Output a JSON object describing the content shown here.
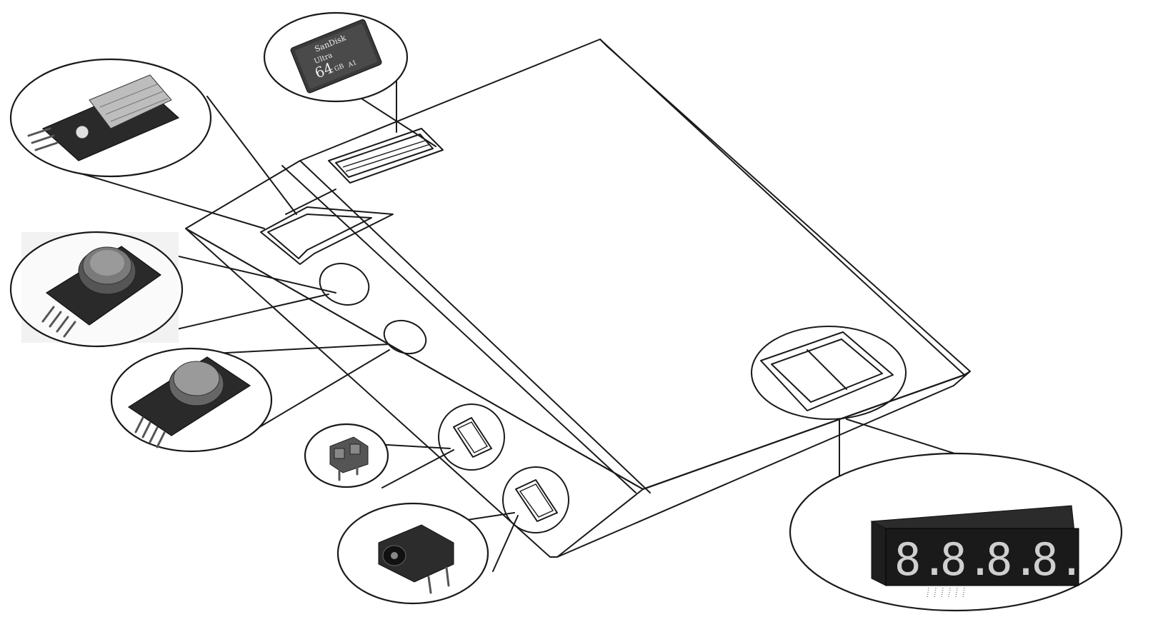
{
  "sd_card": {
    "brand": "SanDisk",
    "line": "Ultra",
    "capacity": "64",
    "capacity_unit": "GB",
    "class_mark": "A1"
  },
  "display": {
    "digits": [
      "8.",
      "8.",
      "8.",
      "8."
    ]
  },
  "components": [
    {
      "id": "sd-card-module",
      "icon": "sd-card-icon"
    },
    {
      "id": "temperature-humidity-sensor",
      "icon": "dht-sensor-icon"
    },
    {
      "id": "gas-sensor-1",
      "icon": "gas-sensor-icon"
    },
    {
      "id": "gas-sensor-2",
      "icon": "gas-sensor-icon"
    },
    {
      "id": "terminal-block",
      "icon": "terminal-block-icon"
    },
    {
      "id": "dc-power-jack",
      "icon": "dc-jack-icon"
    },
    {
      "id": "seven-segment-display",
      "icon": "seven-segment-icon"
    }
  ]
}
